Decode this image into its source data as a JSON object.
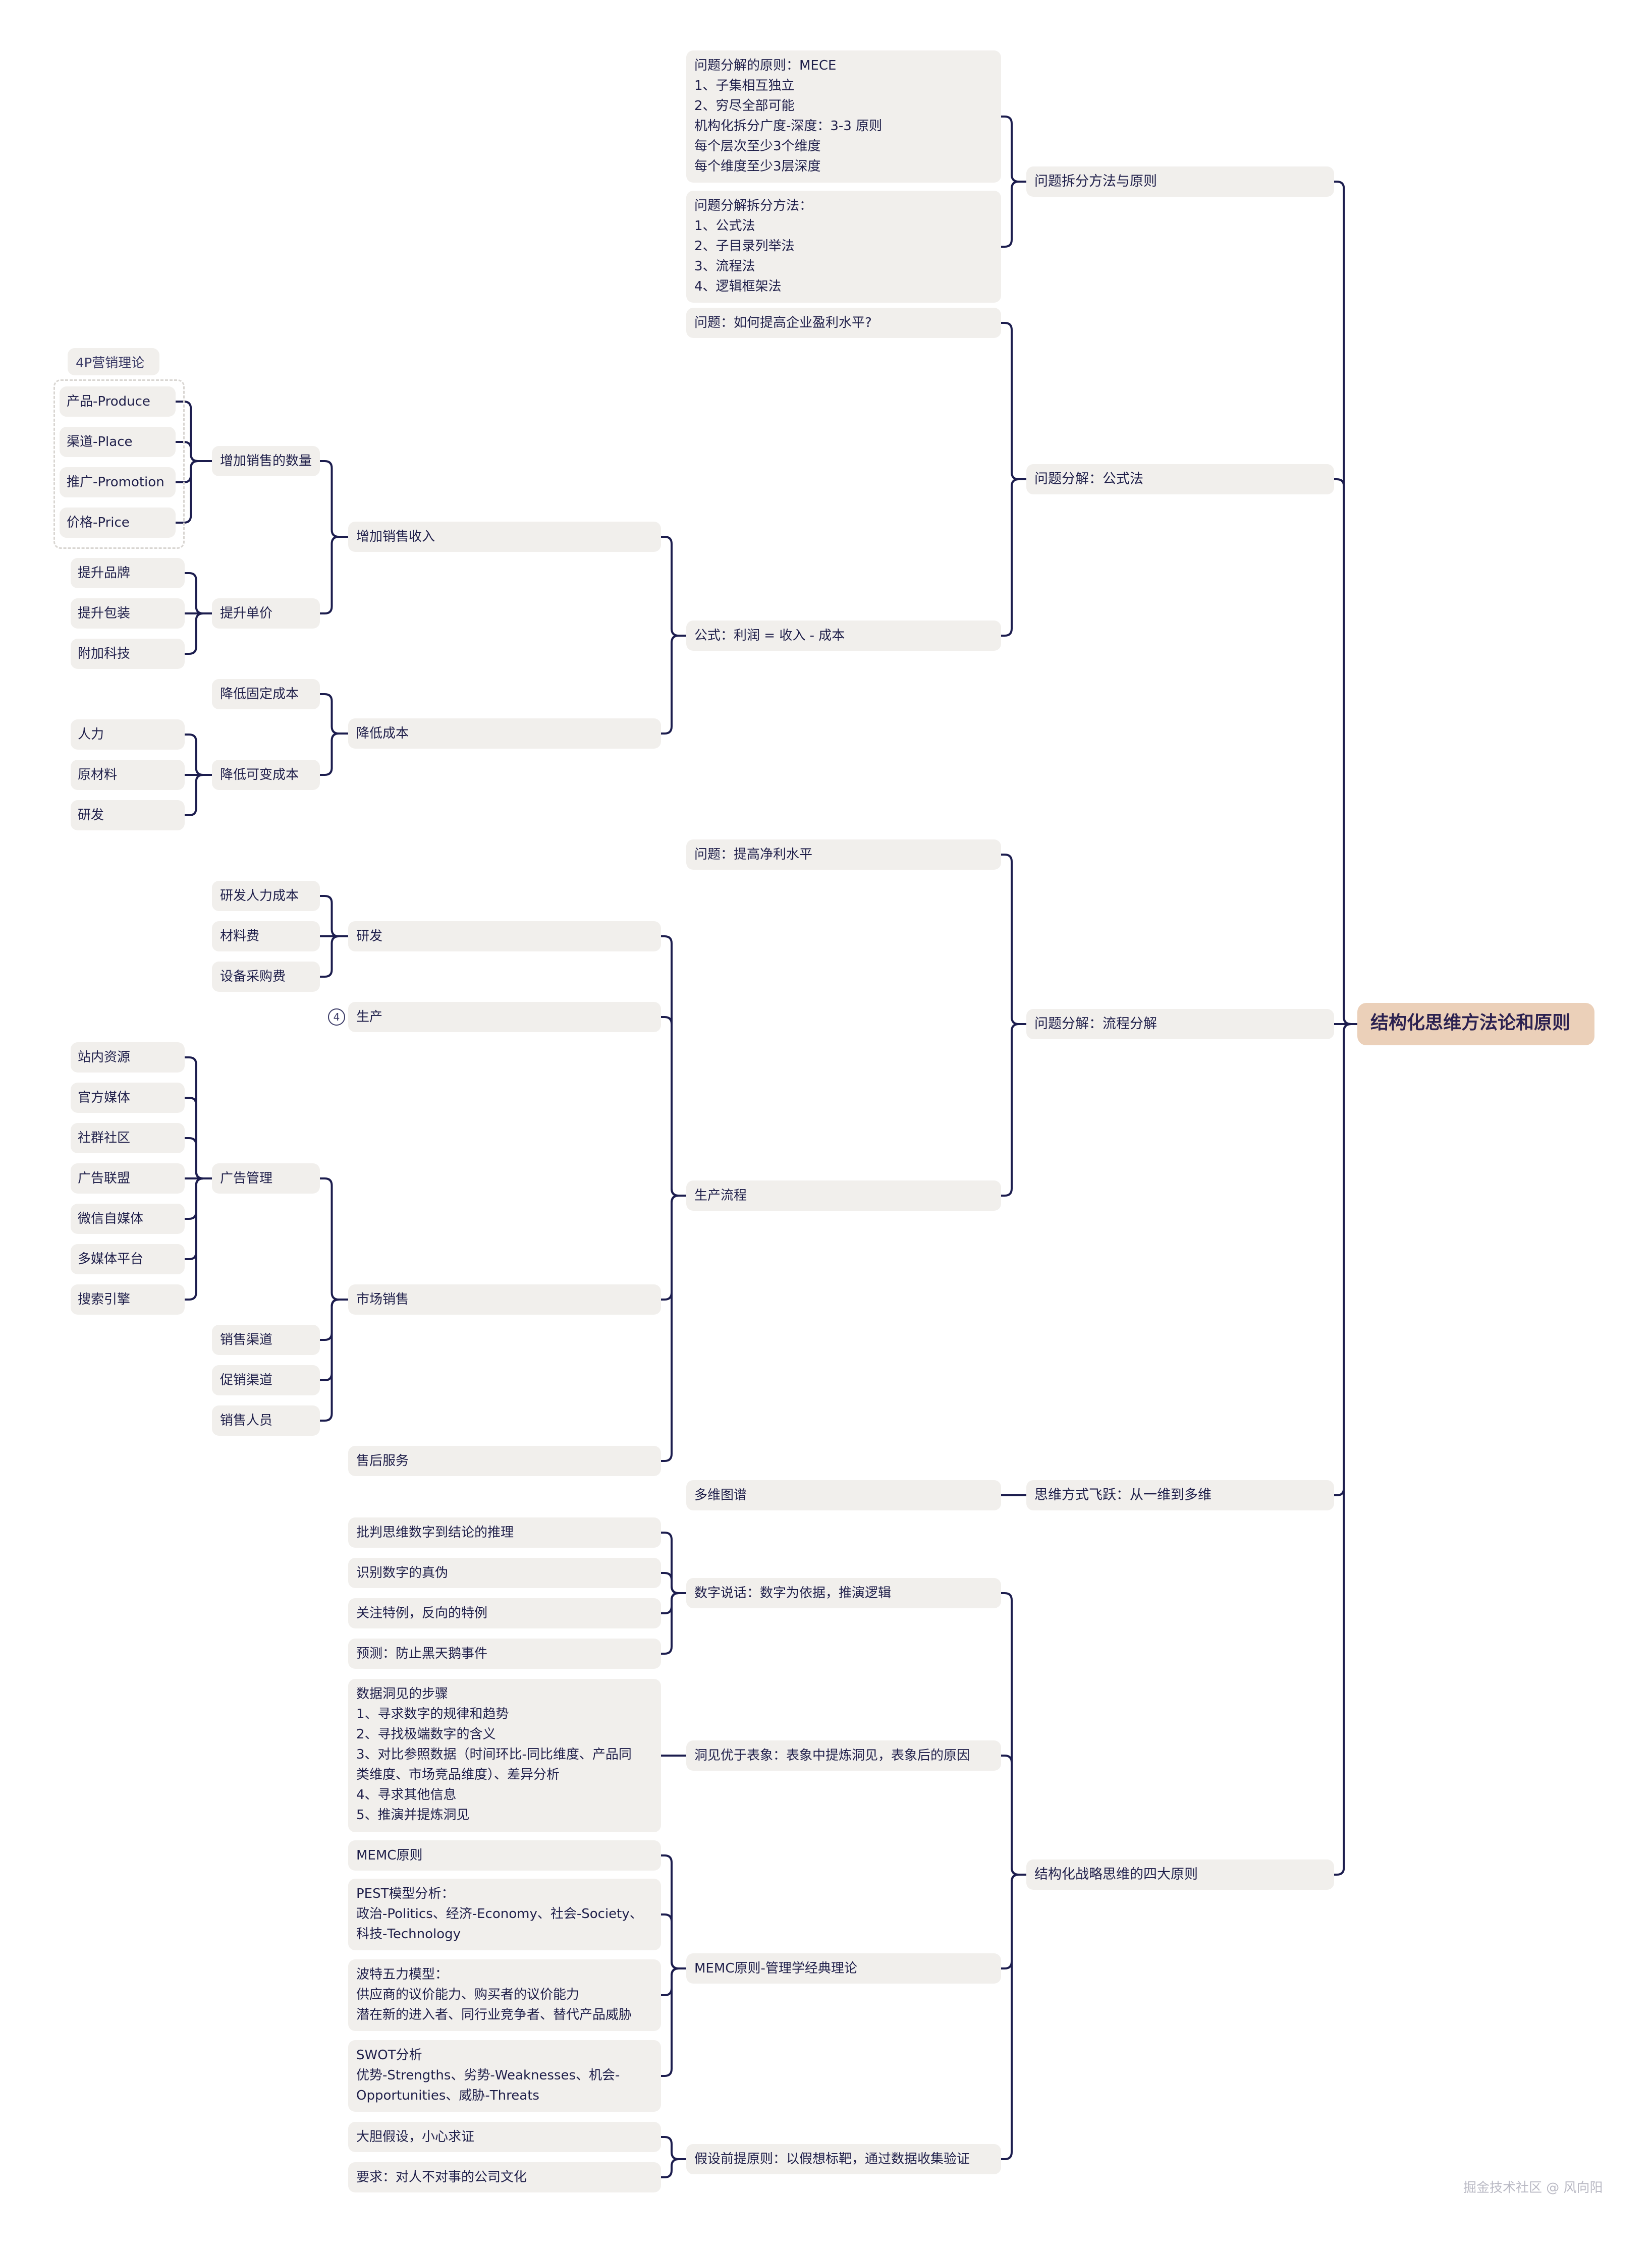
{
  "root": "结构化思维方法论和原则",
  "branch1": {
    "label": "问题拆分方法与原则",
    "mece": "问题分解的原则：MECE\n1、子集相互独立\n2、穷尽全部可能\n机构化拆分广度-深度：3-3 原则\n每个层次至少3个维度\n每个维度至少3层深度",
    "methods": "问题分解拆分方法：\n1、公式法\n2、子目录列举法\n3、流程法\n4、逻辑框架法"
  },
  "branch2": {
    "label": "问题分解：公式法",
    "question": "问题：如何提高企业盈利水平?",
    "formula": "公式：利润 = 收入 - 成本",
    "increase_revenue": "增加销售收入",
    "increase_quantity": "增加销售的数量",
    "tag_4p": "4P营销理论",
    "p_product": "产品-Produce",
    "p_place": "渠道-Place",
    "p_promotion": "推广-Promotion",
    "p_price": "价格-Price",
    "raise_price": "提升单价",
    "brand": "提升品牌",
    "packaging": "提升包装",
    "tech": "附加科技",
    "reduce_cost": "降低成本",
    "fixed_cost": "降低固定成本",
    "variable_cost": "降低可变成本",
    "labor": "人力",
    "material": "原材料",
    "rd": "研发"
  },
  "branch3": {
    "label": "问题分解：流程分解",
    "question": "问题：提高净利水平",
    "process": "生产流程",
    "rd": "研发",
    "rd_labor": "研发人力成本",
    "rd_material": "材料费",
    "rd_equipment": "设备采购费",
    "production": "生产",
    "production_badge": "4",
    "marketing": "市场销售",
    "ads": "广告管理",
    "ad_site": "站内资源",
    "ad_official": "官方媒体",
    "ad_community": "社群社区",
    "ad_alliance": "广告联盟",
    "ad_wechat": "微信自媒体",
    "ad_multimedia": "多媒体平台",
    "ad_search": "搜索引擎",
    "sales_channel": "销售渠道",
    "promo_channel": "促销渠道",
    "sales_staff": "销售人员",
    "after_sales": "售后服务"
  },
  "branch4": {
    "label": "思维方式飞跃：从一维到多维",
    "child": "多维图谱"
  },
  "branch5": {
    "label": "结构化战略思维的四大原则",
    "numbers": "数字说话：数字为依据，推演逻辑",
    "n1": "批判思维数字到结论的推理",
    "n2": "识别数字的真伪",
    "n3": "关注特例，反向的特例",
    "n4": "预测：防止黑天鹅事件",
    "insight": "洞见优于表象：表象中提炼洞见，表象后的原因",
    "insight_steps": "数据洞见的步骤\n1、寻求数字的规律和趋势\n2、寻找极端数字的含义\n3、对比参照数据（时间环比-同比维度、产品同\n类维度、市场竞品维度）、差异分析\n4、寻求其他信息\n5、推演并提炼洞见",
    "memc": "MEMC原则-管理学经典理论",
    "memc_item": "MEMC原则",
    "pest": "PEST模型分析：\n政治-Politics、经济-Economy、社会-Society、\n科技-Technology",
    "porter": "波特五力模型：\n供应商的议价能力、购买者的议价能力\n潜在新的进入者、同行业竞争者、替代产品威胁",
    "swot": "SWOT分析\n优势-Strengths、劣势-Weaknesses、机会-\nOpportunities、威胁-Threats",
    "hypothesis": "假设前提原则：以假想标靶，通过数据收集验证",
    "h1": "大胆假设，小心求证",
    "h2": "要求：对人不对事的公司文化"
  },
  "watermark": "掘金技术社区 @ 风向阳",
  "colors": {
    "node_bg": "#f1efec",
    "root_bg": "#ebd0b9",
    "line": "#1c1d4e",
    "text": "#1f1f4a"
  }
}
